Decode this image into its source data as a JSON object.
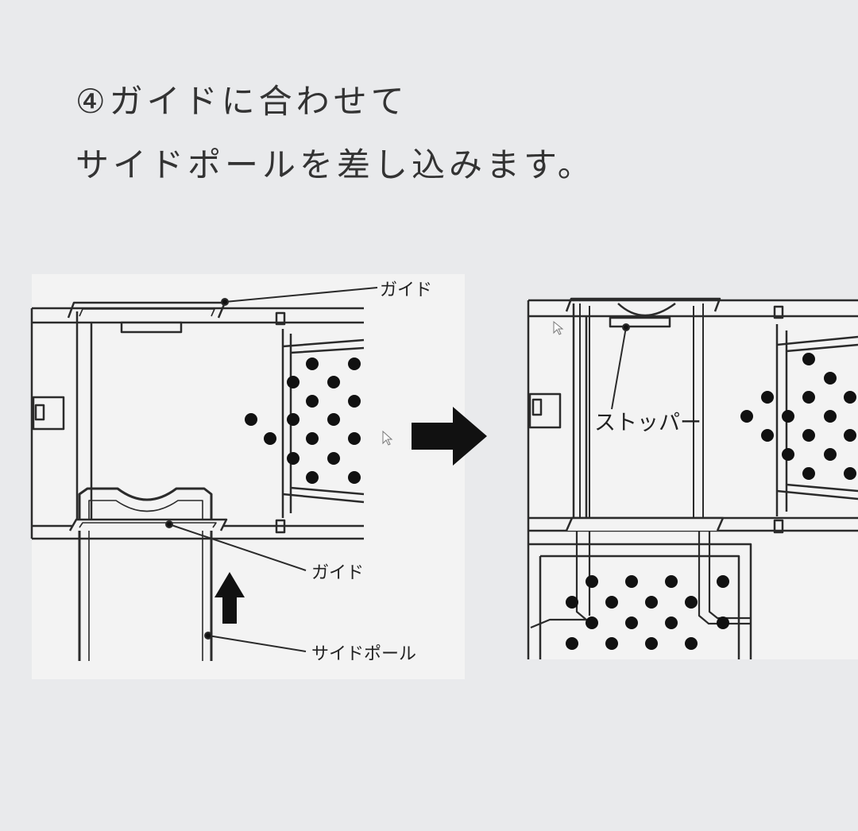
{
  "heading": {
    "line1": "④ガイドに合わせて",
    "line2": "サイドポールを差し込みます。"
  },
  "labels": {
    "guide_top": "ガイド",
    "guide_bottom": "ガイド",
    "side_pole": "サイドポール",
    "stopper": "ストッパー"
  },
  "colors": {
    "background": "#e9eaec",
    "panel": "#f2f2f2",
    "line": "#2b2b2b"
  }
}
